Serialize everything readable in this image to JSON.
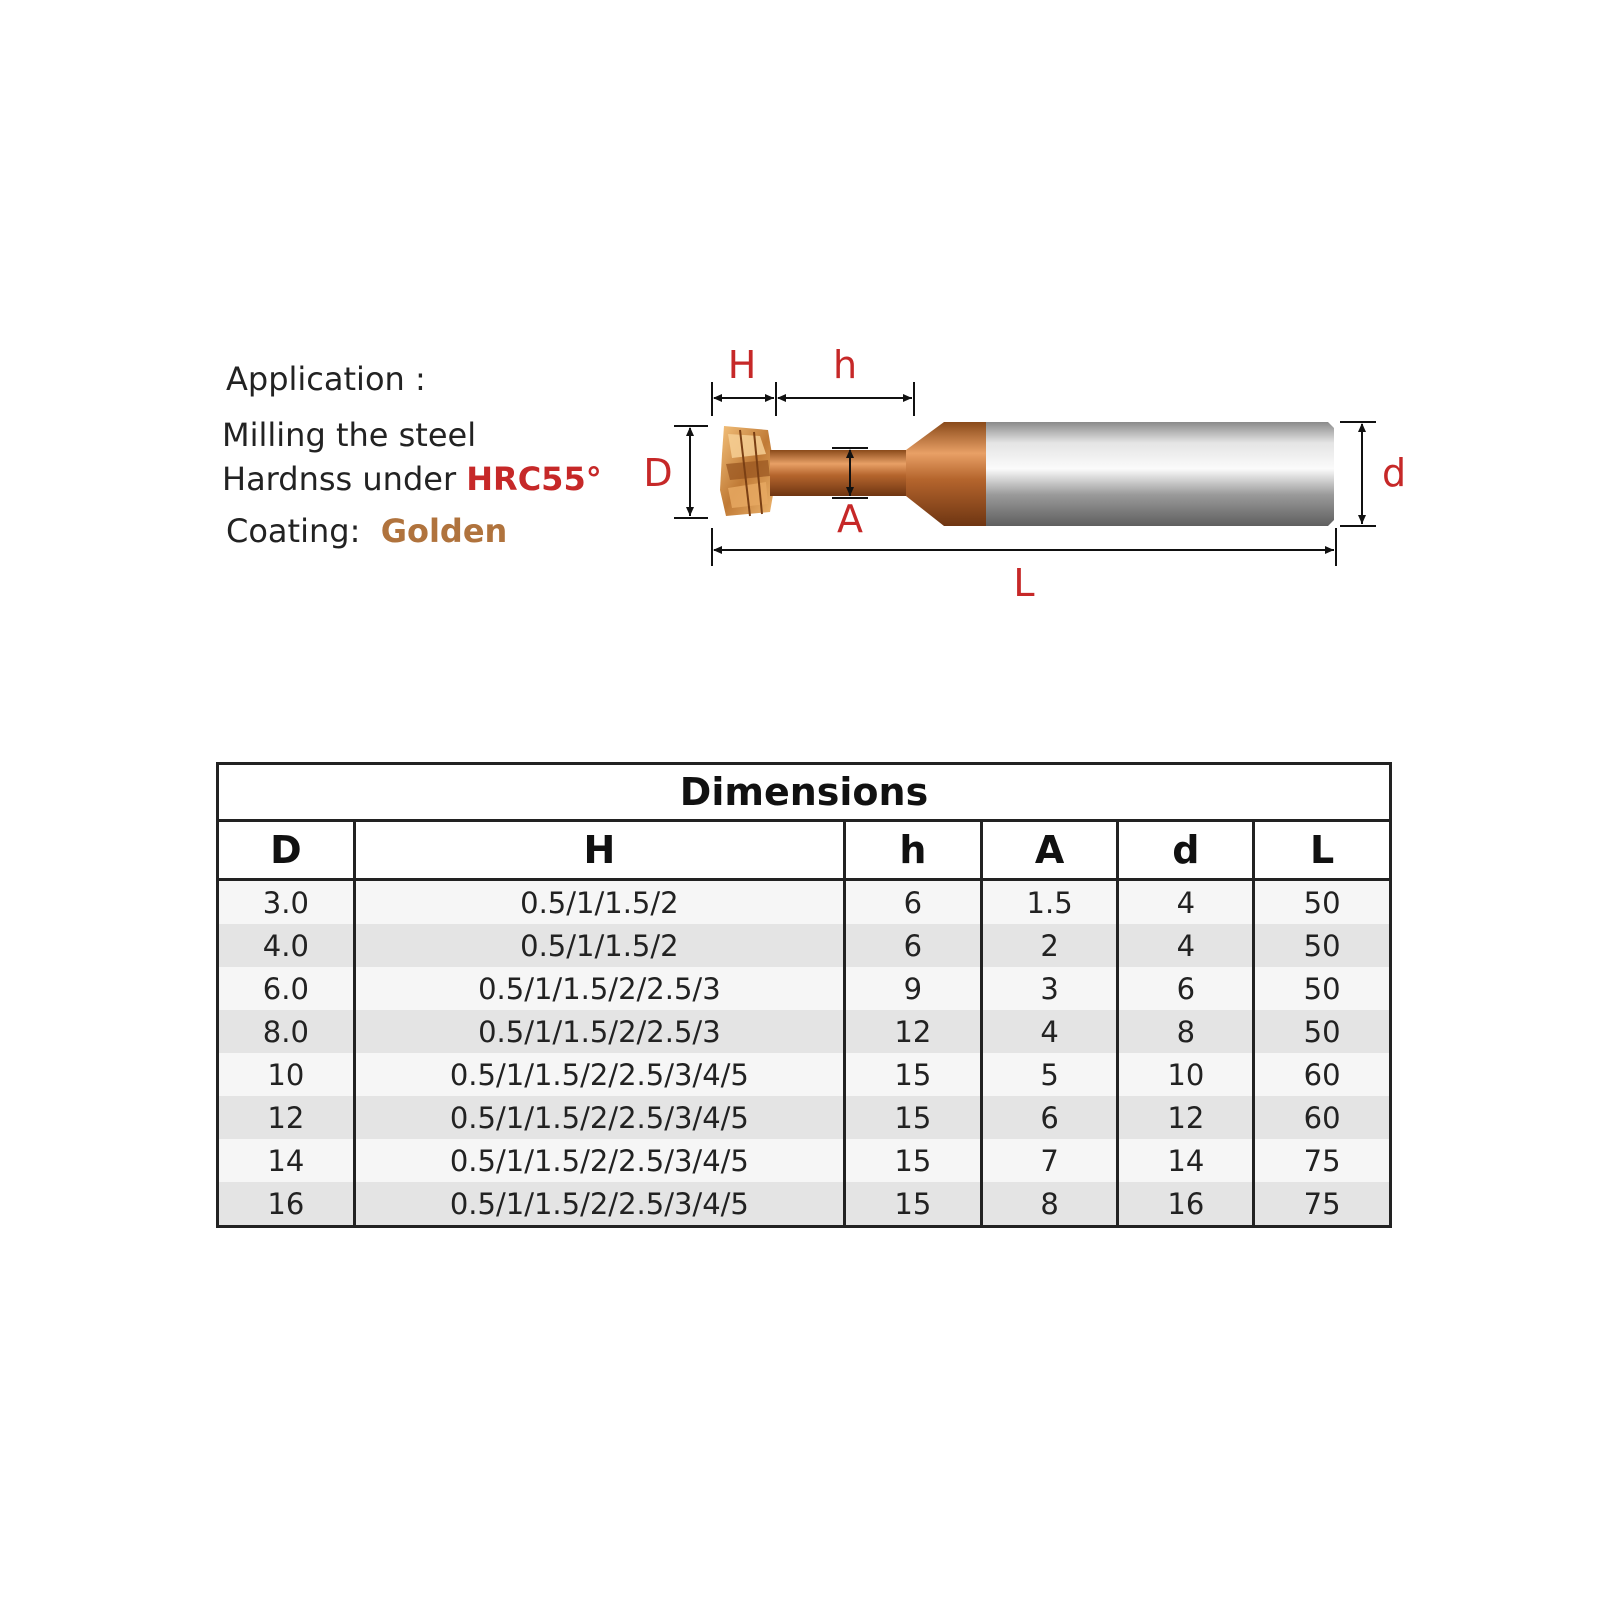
{
  "spec": {
    "application_label": "Application :",
    "line1": "Milling the steel",
    "hardness_prefix": "Hardnss under ",
    "hardness_value": "HRC55°",
    "coating_label": "Coating:",
    "coating_value": "Golden"
  },
  "diagram": {
    "labels": {
      "H": "H",
      "h": "h",
      "D": "D",
      "A": "A",
      "d": "d",
      "L": "L"
    },
    "colors": {
      "label": "#c62828",
      "coating": "#c87a3e",
      "shank": "#b8b8b8"
    }
  },
  "table": {
    "title": "Dimensions",
    "headers": [
      "D",
      "H",
      "h",
      "A",
      "d",
      "L"
    ],
    "rows": [
      [
        "3.0",
        "0.5/1/1.5/2",
        "6",
        "1.5",
        "4",
        "50"
      ],
      [
        "4.0",
        "0.5/1/1.5/2",
        "6",
        "2",
        "4",
        "50"
      ],
      [
        "6.0",
        "0.5/1/1.5/2/2.5/3",
        "9",
        "3",
        "6",
        "50"
      ],
      [
        "8.0",
        "0.5/1/1.5/2/2.5/3",
        "12",
        "4",
        "8",
        "50"
      ],
      [
        "10",
        "0.5/1/1.5/2/2.5/3/4/5",
        "15",
        "5",
        "10",
        "60"
      ],
      [
        "12",
        "0.5/1/1.5/2/2.5/3/4/5",
        "15",
        "6",
        "12",
        "60"
      ],
      [
        "14",
        "0.5/1/1.5/2/2.5/3/4/5",
        "15",
        "7",
        "14",
        "75"
      ],
      [
        "16",
        "0.5/1/1.5/2/2.5/3/4/5",
        "15",
        "8",
        "16",
        "75"
      ]
    ]
  }
}
